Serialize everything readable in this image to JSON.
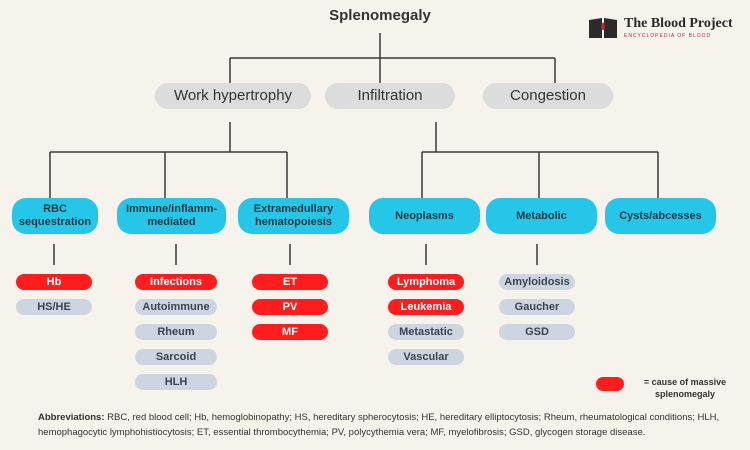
{
  "title": "Splenomegaly",
  "logo": {
    "name": "The Blood Project",
    "tagline": "ENCYCLOPEDIA OF BLOOD"
  },
  "mechanisms": [
    {
      "label": "Work hypertrophy"
    },
    {
      "label": "Infiltration"
    },
    {
      "label": "Congestion"
    }
  ],
  "categories": [
    {
      "label": "RBC sequestration",
      "items": [
        {
          "text": "Hb",
          "massive": true
        },
        {
          "text": "HS/HE",
          "massive": false
        }
      ]
    },
    {
      "label": "Immune/inflamm-mediated",
      "items": [
        {
          "text": "Infections",
          "massive": true
        },
        {
          "text": "Autoimmune",
          "massive": false
        },
        {
          "text": "Rheum",
          "massive": false
        },
        {
          "text": "Sarcoid",
          "massive": false
        },
        {
          "text": "HLH",
          "massive": false
        }
      ]
    },
    {
      "label": "Extramedullary hematopoiesis",
      "items": [
        {
          "text": "ET",
          "massive": true
        },
        {
          "text": "PV",
          "massive": true
        },
        {
          "text": "MF",
          "massive": true
        }
      ]
    },
    {
      "label": "Neoplasms",
      "items": [
        {
          "text": "Lymphoma",
          "massive": true
        },
        {
          "text": "Leukemia",
          "massive": true
        },
        {
          "text": "Metastatic",
          "massive": false
        },
        {
          "text": "Vascular",
          "massive": false
        }
      ]
    },
    {
      "label": "Metabolic",
      "items": [
        {
          "text": "Amyloidosis",
          "massive": false
        },
        {
          "text": "Gaucher",
          "massive": false
        },
        {
          "text": "GSD",
          "massive": false
        }
      ]
    },
    {
      "label": "Cysts/abcesses",
      "items": []
    }
  ],
  "legend": {
    "text": "= cause of massive splenomegaly",
    "color": "#ff1d1d"
  },
  "abbreviations": {
    "heading": "Abbreviations:",
    "text": "RBC, red blood cell; Hb, hemoglobinopathy; HS, hereditary spherocytosis; HE, hereditary elliptocytosis; Rheum, rheumatological conditions; HLH, hemophagocytic lymphohistiocytosis; ET, essential thrombocythemia; PV, polycythemia vera; MF, myelofibrosis; GSD, glycogen storage disease."
  },
  "colors": {
    "category": "#26c6e8",
    "massive": "#ff1d1d",
    "other": "#cdd5e1",
    "mechanism": "#dcdcdc"
  }
}
